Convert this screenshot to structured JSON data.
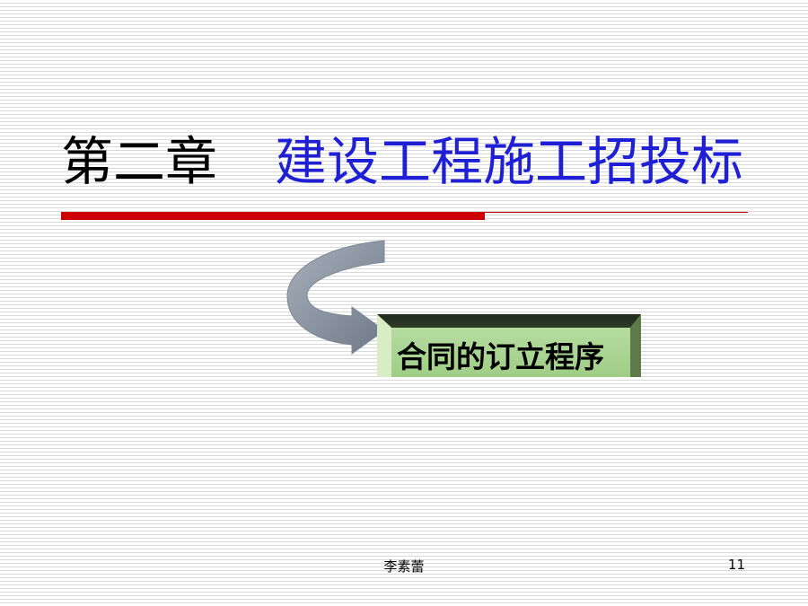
{
  "title": {
    "chapter": "第二章",
    "topic": "建设工程施工招投标",
    "chapter_color": "#000000",
    "topic_color": "#1f1fd6"
  },
  "divider": {
    "color": "#cc0000"
  },
  "flow": {
    "arrow_color": "#8c96a3",
    "box_label": "合同的订立程序",
    "box_color": "#a8d490"
  },
  "footer": {
    "author": "李素蕾",
    "page_number": "11"
  }
}
